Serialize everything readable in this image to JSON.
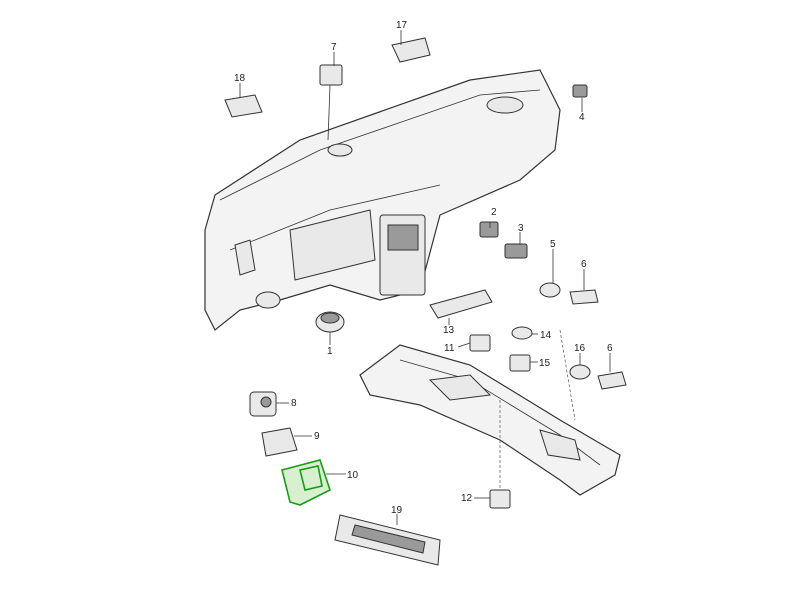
{
  "diagram": {
    "highlight_color": "#1a9a1a",
    "callouts": [
      "17",
      "7",
      "18",
      "4",
      "2",
      "3",
      "5",
      "6",
      "13",
      "14",
      "11",
      "15",
      "1",
      "16",
      "6",
      "8",
      "9",
      "10",
      "12",
      "19"
    ]
  }
}
